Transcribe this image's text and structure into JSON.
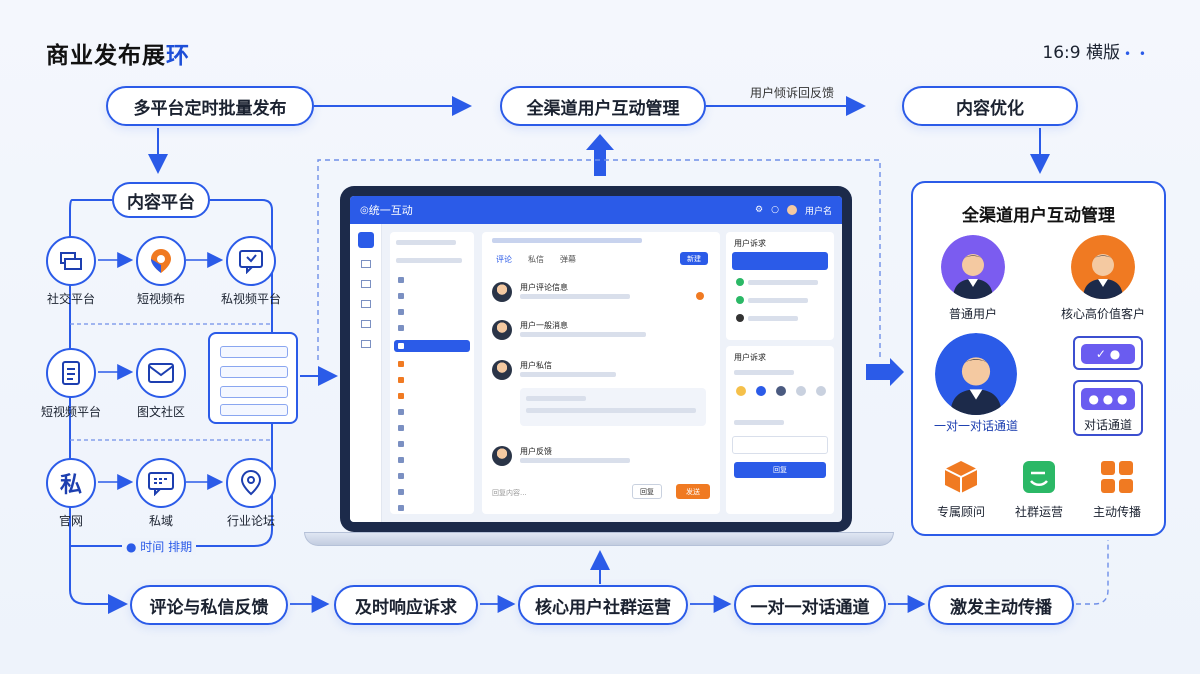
{
  "header": {
    "title_main": "商业发布展",
    "title_accent": "环",
    "ratio": "16:9 横版",
    "dots": "• •"
  },
  "top_flow": {
    "step1": "多平台定时批量发布",
    "step2": "全渠道用户互动管理",
    "step3": "内容优化",
    "link_label": "用户倾诉回反馈"
  },
  "platforms": {
    "title": "内容平台",
    "items": [
      {
        "label": "社交平台",
        "icon": "social-stack-icon"
      },
      {
        "label": "短视频布",
        "icon": "location-pin-icon"
      },
      {
        "label": "私视频平台",
        "icon": "chat-video-icon"
      },
      {
        "label": "短视频平台",
        "icon": "document-icon"
      },
      {
        "label": "图文社区",
        "icon": "mail-icon"
      },
      {
        "label": "官网",
        "icon": "private-char-icon",
        "glyph": "私"
      },
      {
        "label": "私域",
        "icon": "message-icon"
      },
      {
        "label": "行业论坛",
        "icon": "pin-icon"
      }
    ],
    "time_label": "时间 排期"
  },
  "app": {
    "header_title": "统一互动",
    "header_user": "用户名",
    "main_tabs": [
      "评论",
      "私信",
      "弹幕"
    ],
    "main_button": "新建",
    "messages": [
      {
        "name": "用户评论信息"
      },
      {
        "name": "用户一般消息"
      },
      {
        "name": "用户私信"
      },
      {
        "name": "用户反馈"
      }
    ],
    "input_placeholder": "回复内容...",
    "btn_cancel": "回复",
    "btn_send": "发送",
    "right_panel1_title": "用户诉求",
    "right_panel2_title": "用户诉求",
    "right_panel2_button": "回复"
  },
  "right_card": {
    "title": "全渠道用户互动管理",
    "persona1": "普通用户",
    "persona2": "核心高价值客户",
    "persona3": "一对一对话通道",
    "chat_channel": "对话通道",
    "services": [
      {
        "label": "专属顾问",
        "icon": "cube-icon"
      },
      {
        "label": "社群运营",
        "icon": "smile-chat-icon"
      },
      {
        "label": "主动传播",
        "icon": "grid-icon"
      }
    ]
  },
  "bottom_flow": {
    "steps": [
      "评论与私信反馈",
      "及时响应诉求",
      "核心用户社群运营",
      "一对一对话通道",
      "激发主动传播"
    ]
  },
  "colors": {
    "primary": "#2b5be8",
    "dark_navy": "#1c2a4a",
    "orange": "#f07a22",
    "purple": "#6a5cf0",
    "green": "#2bb866"
  }
}
